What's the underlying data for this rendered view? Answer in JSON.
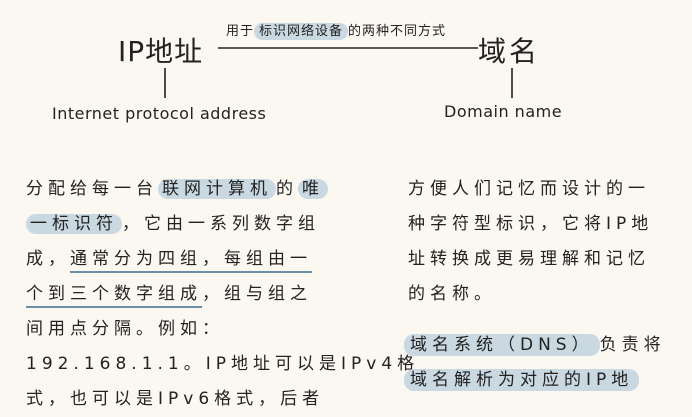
{
  "titles": {
    "ip": "IP地址",
    "domain": "域名",
    "relation": {
      "before": "用于",
      "highlight": "标识网络设备",
      "after": "的两种不同方式"
    }
  },
  "english": {
    "ip": "Internet protocol address",
    "domain": "Domain name"
  },
  "ip_paragraph": {
    "l1_a": "分配给每一台",
    "l1_hl": "联网计算机",
    "l1_b": "的",
    "l1_hl2": "唯",
    "l2_hl": "一标识符",
    "l2_b": "，它由一系列数字组",
    "l3_a": "成，",
    "l3_ul": "通常分为四组，每组由一",
    "l4_ul": "个到三个数字组成",
    "l4_b": "，组与组之",
    "l5": "间用点分隔。例如：",
    "l6": "192.168.1.1。IP地址可以是IPv4格",
    "l7": "式，也可以是IPv6格式，后者"
  },
  "domain_paragraph": {
    "l1": "方便人们记忆而设计的一",
    "l2": "种字符型标识，它将IP地",
    "l3": "址转换成更易理解和记忆",
    "l4": "的名称。"
  },
  "dns_paragraph": {
    "l1_hl": "域名系统（DNS）",
    "l1_b": "负责将",
    "l2_hl": "域名解析为对应的IP地"
  }
}
